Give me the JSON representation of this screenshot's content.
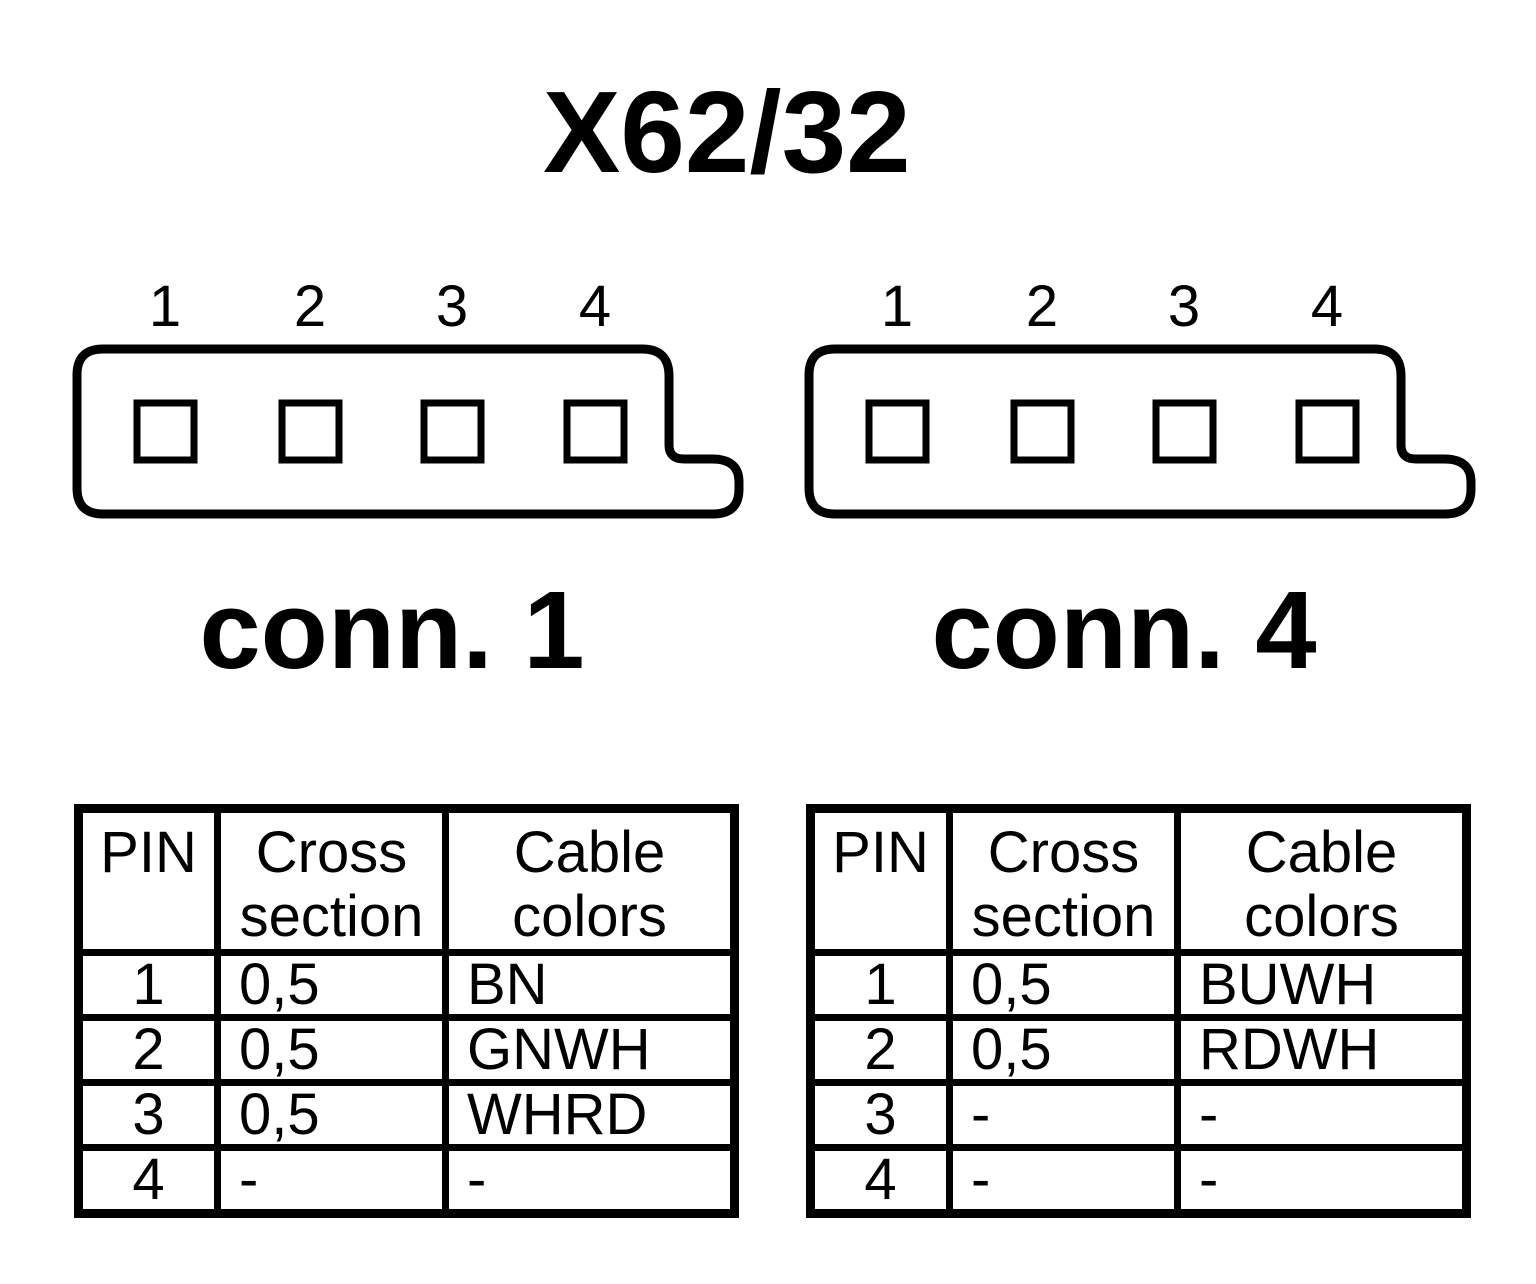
{
  "title": "X62/32",
  "colors": {
    "ink": "#000000",
    "paper": "#ffffff"
  },
  "connectors": [
    {
      "label": "conn. 1",
      "pins": [
        "1",
        "2",
        "3",
        "4"
      ],
      "table": {
        "headers": [
          "PIN",
          "Cross section",
          "Cable colors"
        ],
        "rows": [
          [
            "1",
            "0,5",
            "BN"
          ],
          [
            "2",
            "0,5",
            "GNWH"
          ],
          [
            "3",
            "0,5",
            "WHRD"
          ],
          [
            "4",
            "-",
            "-"
          ]
        ]
      }
    },
    {
      "label": "conn. 4",
      "pins": [
        "1",
        "2",
        "3",
        "4"
      ],
      "table": {
        "headers": [
          "PIN",
          "Cross section",
          "Cable colors"
        ],
        "rows": [
          [
            "1",
            "0,5",
            "BUWH"
          ],
          [
            "2",
            "0,5",
            "RDWH"
          ],
          [
            "3",
            "-",
            "-"
          ],
          [
            "4",
            "-",
            "-"
          ]
        ]
      }
    }
  ]
}
